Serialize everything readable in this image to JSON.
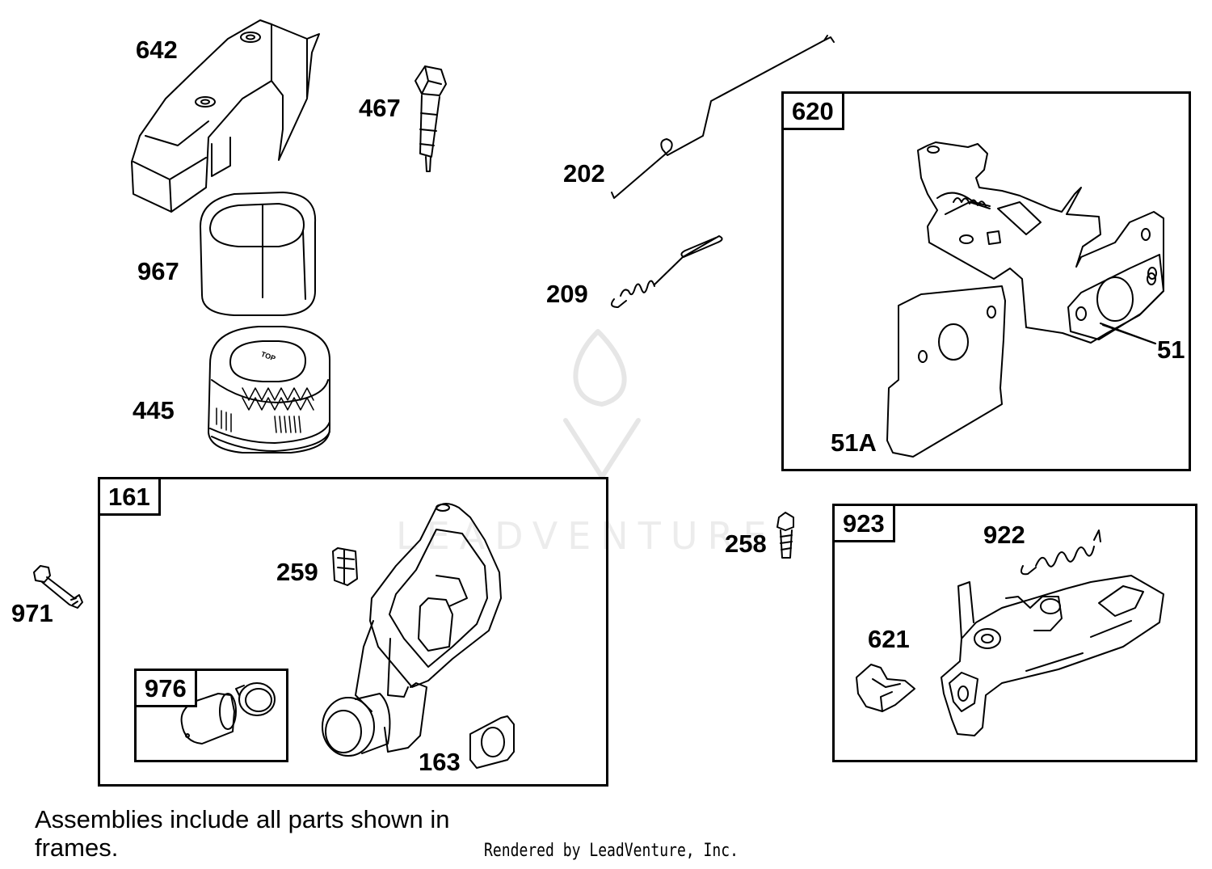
{
  "labels": {
    "p642": "642",
    "p967": "967",
    "p445": "445",
    "p467": "467",
    "p202": "202",
    "p209": "209",
    "p51": "51",
    "p51a": "51A",
    "p259": "259",
    "p163": "163",
    "p971": "971",
    "p258": "258",
    "p922": "922",
    "p621": "621",
    "filter_top_text": "TOP"
  },
  "frames": {
    "f620": "620",
    "f161": "161",
    "f976": "976",
    "f923": "923"
  },
  "note": "Assemblies include all parts shown in frames.",
  "credit": "Rendered by LeadVenture, Inc.",
  "watermark": "LEADVENTURE"
}
